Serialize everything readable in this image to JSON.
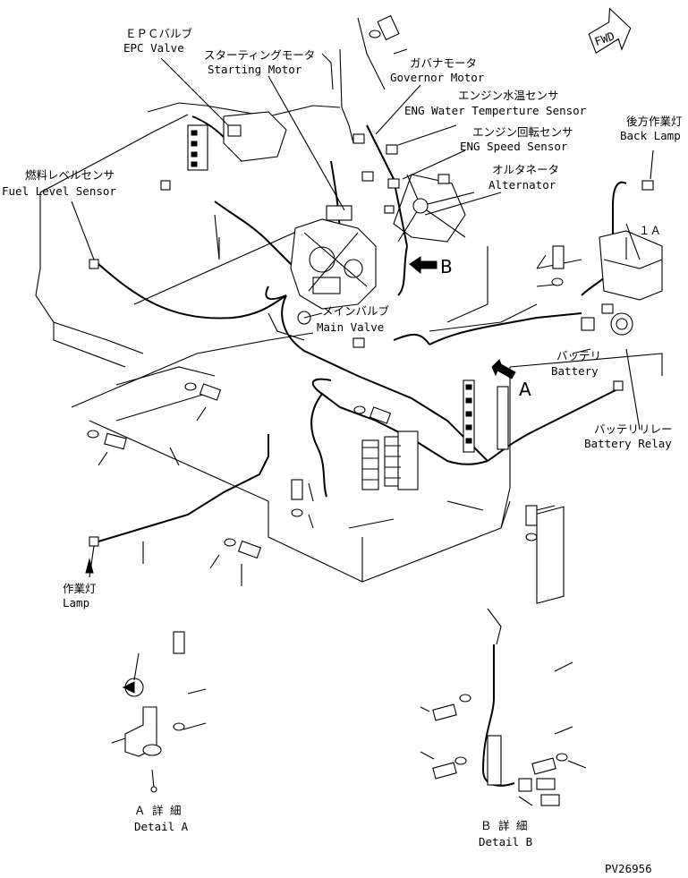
{
  "labels": {
    "epc_valve_jp": "ＥＰＣバルブ",
    "epc_valve_en": "EPC Valve",
    "starting_motor_jp": "スターティングモータ",
    "starting_motor_en": "Starting Motor",
    "governor_motor_jp": "ガバナモータ",
    "governor_motor_en": "Governor Motor",
    "water_temp_jp": "エンジン水温センサ",
    "water_temp_en": "ENG Water Temperture Sensor",
    "speed_sensor_jp": "エンジン回転センサ",
    "speed_sensor_en": "ENG Speed Sensor",
    "alternator_jp": "オルタネータ",
    "alternator_en": "Alternator",
    "back_lamp_jp": "後方作業灯",
    "back_lamp_en": "Back Lamp",
    "fuel_level_jp": "燃料レベルセンサ",
    "fuel_level_en": "Fuel Level Sensor",
    "main_valve_jp": "メインバルブ",
    "main_valve_en": "Main Valve",
    "battery_jp": "バッテリ",
    "battery_en": "Battery",
    "battery_relay_jp": "バッテリリレー",
    "battery_relay_en": "Battery Relay",
    "lamp_jp": "作業灯",
    "lamp_en": "Lamp",
    "one_a": "１Ａ",
    "marker_b": "B",
    "marker_a": "A",
    "detail_a_jp": "Ａ 詳 細",
    "detail_a_en": "Detail A",
    "detail_b_jp": "Ｂ 詳 細",
    "detail_b_en": "Detail B",
    "fwd": "FWD",
    "drawing_no": "PV26956"
  },
  "icons": {
    "forward": "fwd-arrow-icon",
    "view_arrow": "view-arrow-icon"
  }
}
